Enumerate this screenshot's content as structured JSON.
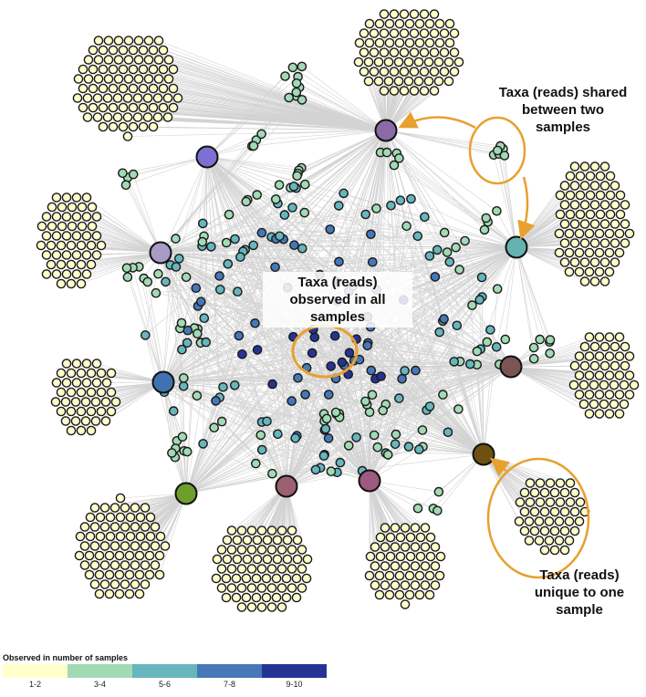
{
  "annotations": {
    "shared_line1": "Taxa (reads) shared",
    "shared_line2": "between two",
    "shared_line3": "samples",
    "all_line1": "Taxa (reads)",
    "all_line2": "observed in all",
    "all_line3": "samples",
    "unique_line1": "Taxa (reads)",
    "unique_line2": "unique to one",
    "unique_line3": "sample"
  },
  "legend": {
    "title": "Observed in number of samples",
    "bins": [
      {
        "label": "1-2",
        "color": "#ffffcc"
      },
      {
        "label": "3-4",
        "color": "#a1dab4"
      },
      {
        "label": "5-6",
        "color": "#66b6be"
      },
      {
        "label": "7-8",
        "color": "#4678b8"
      },
      {
        "label": "9-10",
        "color": "#253494"
      }
    ]
  },
  "sample_node_colors": [
    "#8b6aa8",
    "#7c70d3",
    "#62b3b2",
    "#a89bc6",
    "#3e73b0",
    "#7c5456",
    "#6f5013",
    "#6e9e2b",
    "#9a6170",
    "#9c5a80"
  ],
  "highlight_color": "#e8a02e",
  "edge_color": "#9e9e9e"
}
